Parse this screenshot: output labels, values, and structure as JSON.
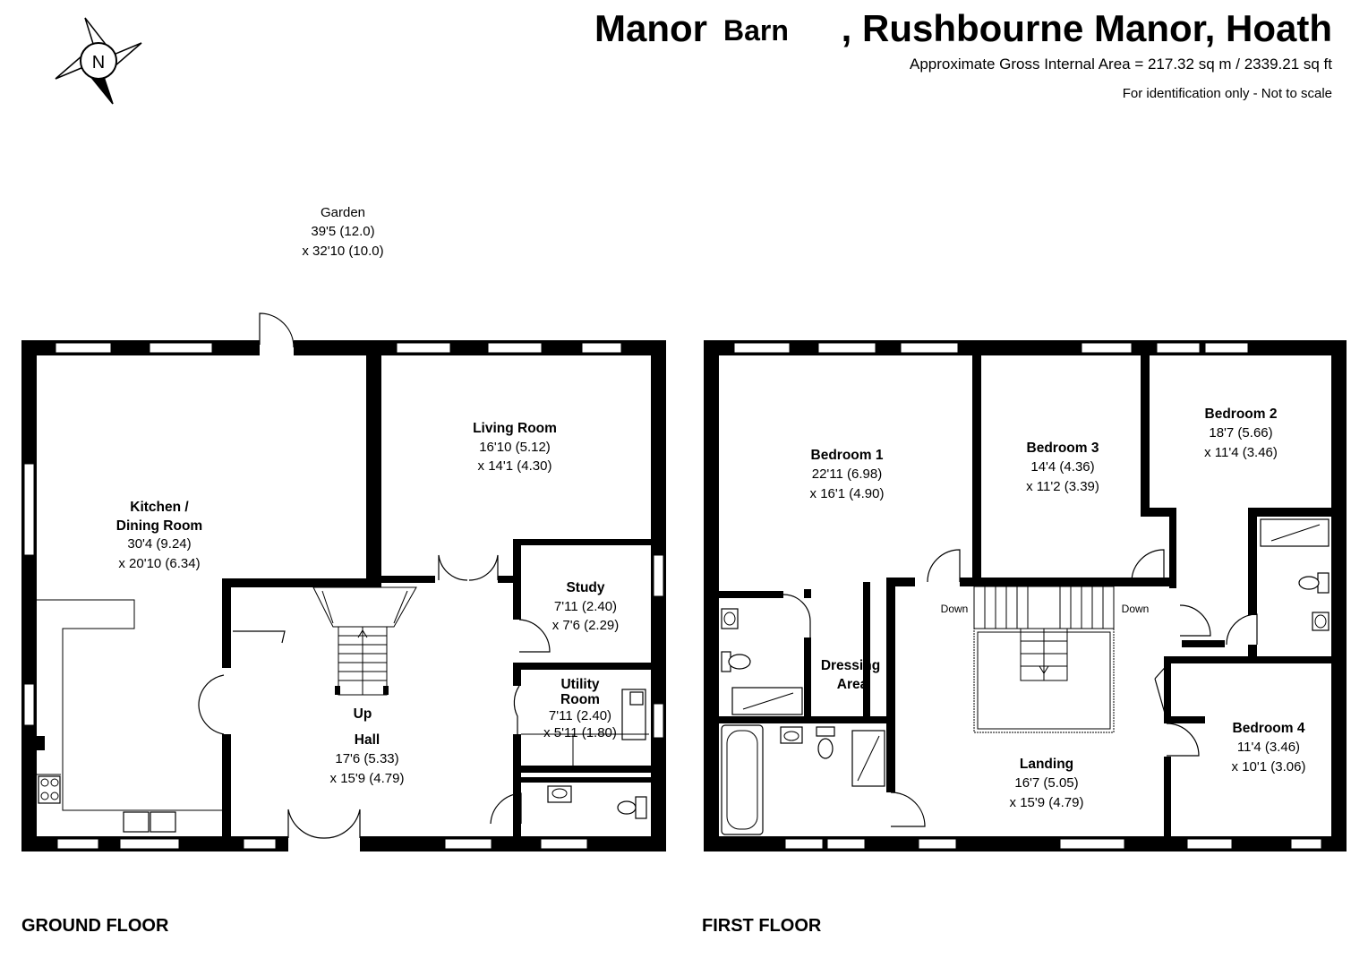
{
  "header": {
    "title_part1": "Manor",
    "title_part2": "Barn",
    "title_part3": ", Rushbourne Manor, Hoath",
    "area": "Approximate Gross Internal Area = 217.32 sq m / 2339.21 sq ft",
    "disclaimer": "For identification only - Not to scale"
  },
  "compass": {
    "label": "N"
  },
  "garden": {
    "name": "Garden",
    "dim1": "39'5 (12.0)",
    "dim2": "x 32'10 (10.0)"
  },
  "ground_floor": {
    "label": "GROUND FLOOR",
    "rooms": {
      "kitchen": {
        "name1": "Kitchen /",
        "name2": "Dining Room",
        "dim1": "30'4 (9.24)",
        "dim2": "x 20'10 (6.34)"
      },
      "living": {
        "name": "Living Room",
        "dim1": "16'10 (5.12)",
        "dim2": "x 14'1 (4.30)"
      },
      "study": {
        "name": "Study",
        "dim1": "7'11 (2.40)",
        "dim2": "x 7'6 (2.29)"
      },
      "utility": {
        "name1": "Utility",
        "name2": "Room",
        "dim1": "7'11 (2.40)",
        "dim2": "x 5'11 (1.80)"
      },
      "hall": {
        "name": "Hall",
        "dim1": "17'6 (5.33)",
        "dim2": "x 15'9 (4.79)"
      }
    },
    "stairs_label": "Up"
  },
  "first_floor": {
    "label": "FIRST FLOOR",
    "rooms": {
      "bedroom1": {
        "name": "Bedroom 1",
        "dim1": "22'11 (6.98)",
        "dim2": "x 16'1 (4.90)"
      },
      "bedroom3": {
        "name": "Bedroom 3",
        "dim1": "14'4 (4.36)",
        "dim2": "x 11'2 (3.39)"
      },
      "bedroom2": {
        "name": "Bedroom 2",
        "dim1": "18'7 (5.66)",
        "dim2": "x 11'4 (3.46)"
      },
      "bedroom4": {
        "name": "Bedroom 4",
        "dim1": "11'4 (3.46)",
        "dim2": "x 10'1 (3.06)"
      },
      "dressing": {
        "name1": "Dressing",
        "name2": "Area"
      },
      "landing": {
        "name": "Landing",
        "dim1": "16'7 (5.05)",
        "dim2": "x 15'9 (4.79)"
      }
    },
    "stairs_left_label": "Down",
    "stairs_right_label": "Down"
  }
}
